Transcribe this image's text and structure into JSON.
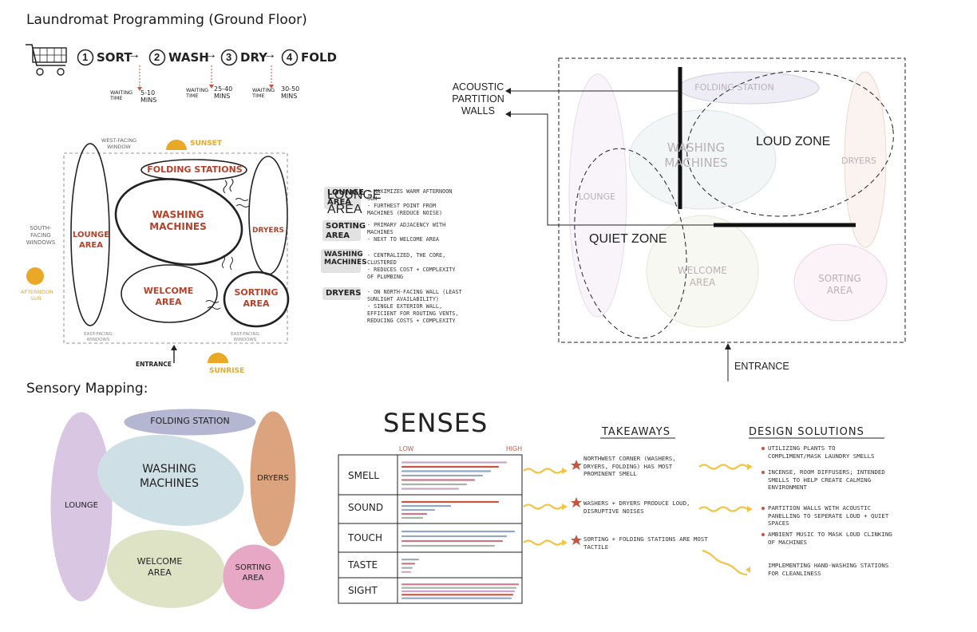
{
  "titles": {
    "programming": "Laundromat Programming (Ground Floor)",
    "sensory": "Sensory Mapping:"
  },
  "process": {
    "steps": [
      {
        "num": "1",
        "label": "SORT"
      },
      {
        "num": "2",
        "label": "WASH"
      },
      {
        "num": "3",
        "label": "DRY"
      },
      {
        "num": "4",
        "label": "FOLD"
      }
    ],
    "waits": [
      {
        "label": "WAITING TIME",
        "value": "5-10 MINS"
      },
      {
        "label": "WAITING TIME",
        "value": "25-40 MINS"
      },
      {
        "label": "WAITING TIME",
        "value": "30-50 MINS"
      }
    ]
  },
  "sketch": {
    "zones": {
      "folding": "FOLDING STATIONS",
      "washing": "WASHING MACHINES",
      "dryers": "DRYERS",
      "lounge": "LOUNGE AREA",
      "welcome": "WELCOME AREA",
      "sorting": "SORTING AREA"
    },
    "labels": {
      "west_window": "WEST-FACING WINDOW",
      "sunset": "SUNSET",
      "south_windows": "SOUTH-FACING WINDOWS",
      "afternoon_sun": "AFTERNOON SUN",
      "east_windows_1": "EAST-FACING WINDOWS",
      "east_windows_2": "EAST-FACING WINDOWS",
      "entrance": "ENTRANCE",
      "sunrise": "SUNRISE"
    },
    "colors": {
      "sun": "#e9a826",
      "zone_text": "#b5412b",
      "outline": "#222222"
    }
  },
  "notes": [
    {
      "head": "LOUNGE AREA",
      "lines": [
        "- MAXIMIZES WARM AFTERNOON SUN",
        "- FURTHEST POINT FROM MACHINES (REDUCE NOISE)"
      ]
    },
    {
      "head": "SORTING AREA",
      "lines": [
        "- PRIMARY ADJACENCY WITH MACHINES",
        "- NEXT TO WELCOME AREA"
      ]
    },
    {
      "head": "WASHING MACHINES",
      "lines": [
        "- CENTRALIZED, THE CORE, CLUSTERED",
        "- REDUCES COST + COMPLEXITY OF PLUMBING"
      ]
    },
    {
      "head": "DRYERS",
      "lines": [
        "- ON NORTH-FACING WALL (LEAST SUNLIGHT AVAILABILITY)",
        "- SINGLE EXTERIOR WALL, EFFICIENT FOR ROUTING VENTS, REDUCING COSTS + COMPLEXITY"
      ]
    }
  ],
  "plan": {
    "acoustic_label": [
      "ACOUSTIC",
      "PARTITION",
      "WALLS"
    ],
    "loud_zone": "LOUD ZONE",
    "quiet_zone": "QUIET ZONE",
    "entrance": "ENTRANCE",
    "faint_zones": {
      "folding": "FOLDING STATION",
      "washing": "WASHING MACHINES",
      "dryers": "DRYERS",
      "lounge": "LOUNGE",
      "welcome": "WELCOME AREA",
      "sorting": "SORTING AREA"
    }
  },
  "sensory_map": {
    "zones": {
      "folding": "FOLDING STATION",
      "washing": "WASHING MACHINES",
      "dryers": "DRYERS",
      "lounge": "LOUNGE",
      "welcome": "WELCOME AREA",
      "sorting": "SORTING AREA"
    },
    "colors": {
      "lounge": "#d9c6e2",
      "folding": "#b4b6d2",
      "washing": "#cfdfe6",
      "dryers": "#dba47e",
      "welcome": "#dfe3c5",
      "sorting": "#e6a8c4"
    }
  },
  "senses": {
    "title": "SENSES",
    "low": "LOW",
    "high": "HIGH",
    "rows": [
      "SMELL",
      "SOUND",
      "TOUCH",
      "TASTE",
      "SIGHT"
    ],
    "takeaways_title": "TAKEAWAYS",
    "takeaways": [
      "NORTHWEST CORNER (WASHERS, DRYERS, FOLDING) HAS MOST PROMINENT SMELL",
      "WASHERS + DRYERS PRODUCE LOUD, DISRUPTIVE NOISES",
      "SORTING + FOLDING STATIONS ARE MOST TACTILE"
    ],
    "solutions_title": "DESIGN SOLUTIONS",
    "solutions": [
      "UTILIZING PLANTS TO COMPLIMENT/MASK LAUNDRY SMELLS",
      "INCENSE, ROOM DIFFUSERS; INTENDED SMELLS TO HELP CREATE CALMING ENVIRONMENT",
      "PARTITION WALLS WITH ACOUSTIC PANELLING TO SEPERATE LOUD + QUIET SPACES",
      "AMBIENT MUSIC TO MASK LOUD CLINKING OF MACHINES",
      "IMPLEMENTING HAND-WASHING STATIONS FOR CLEANLINESS"
    ],
    "bar_colors": [
      "#c9a6c8",
      "#c5553f",
      "#8fa6c6",
      "#9aa7b8",
      "#c87b86",
      "#a7b3a9"
    ]
  }
}
